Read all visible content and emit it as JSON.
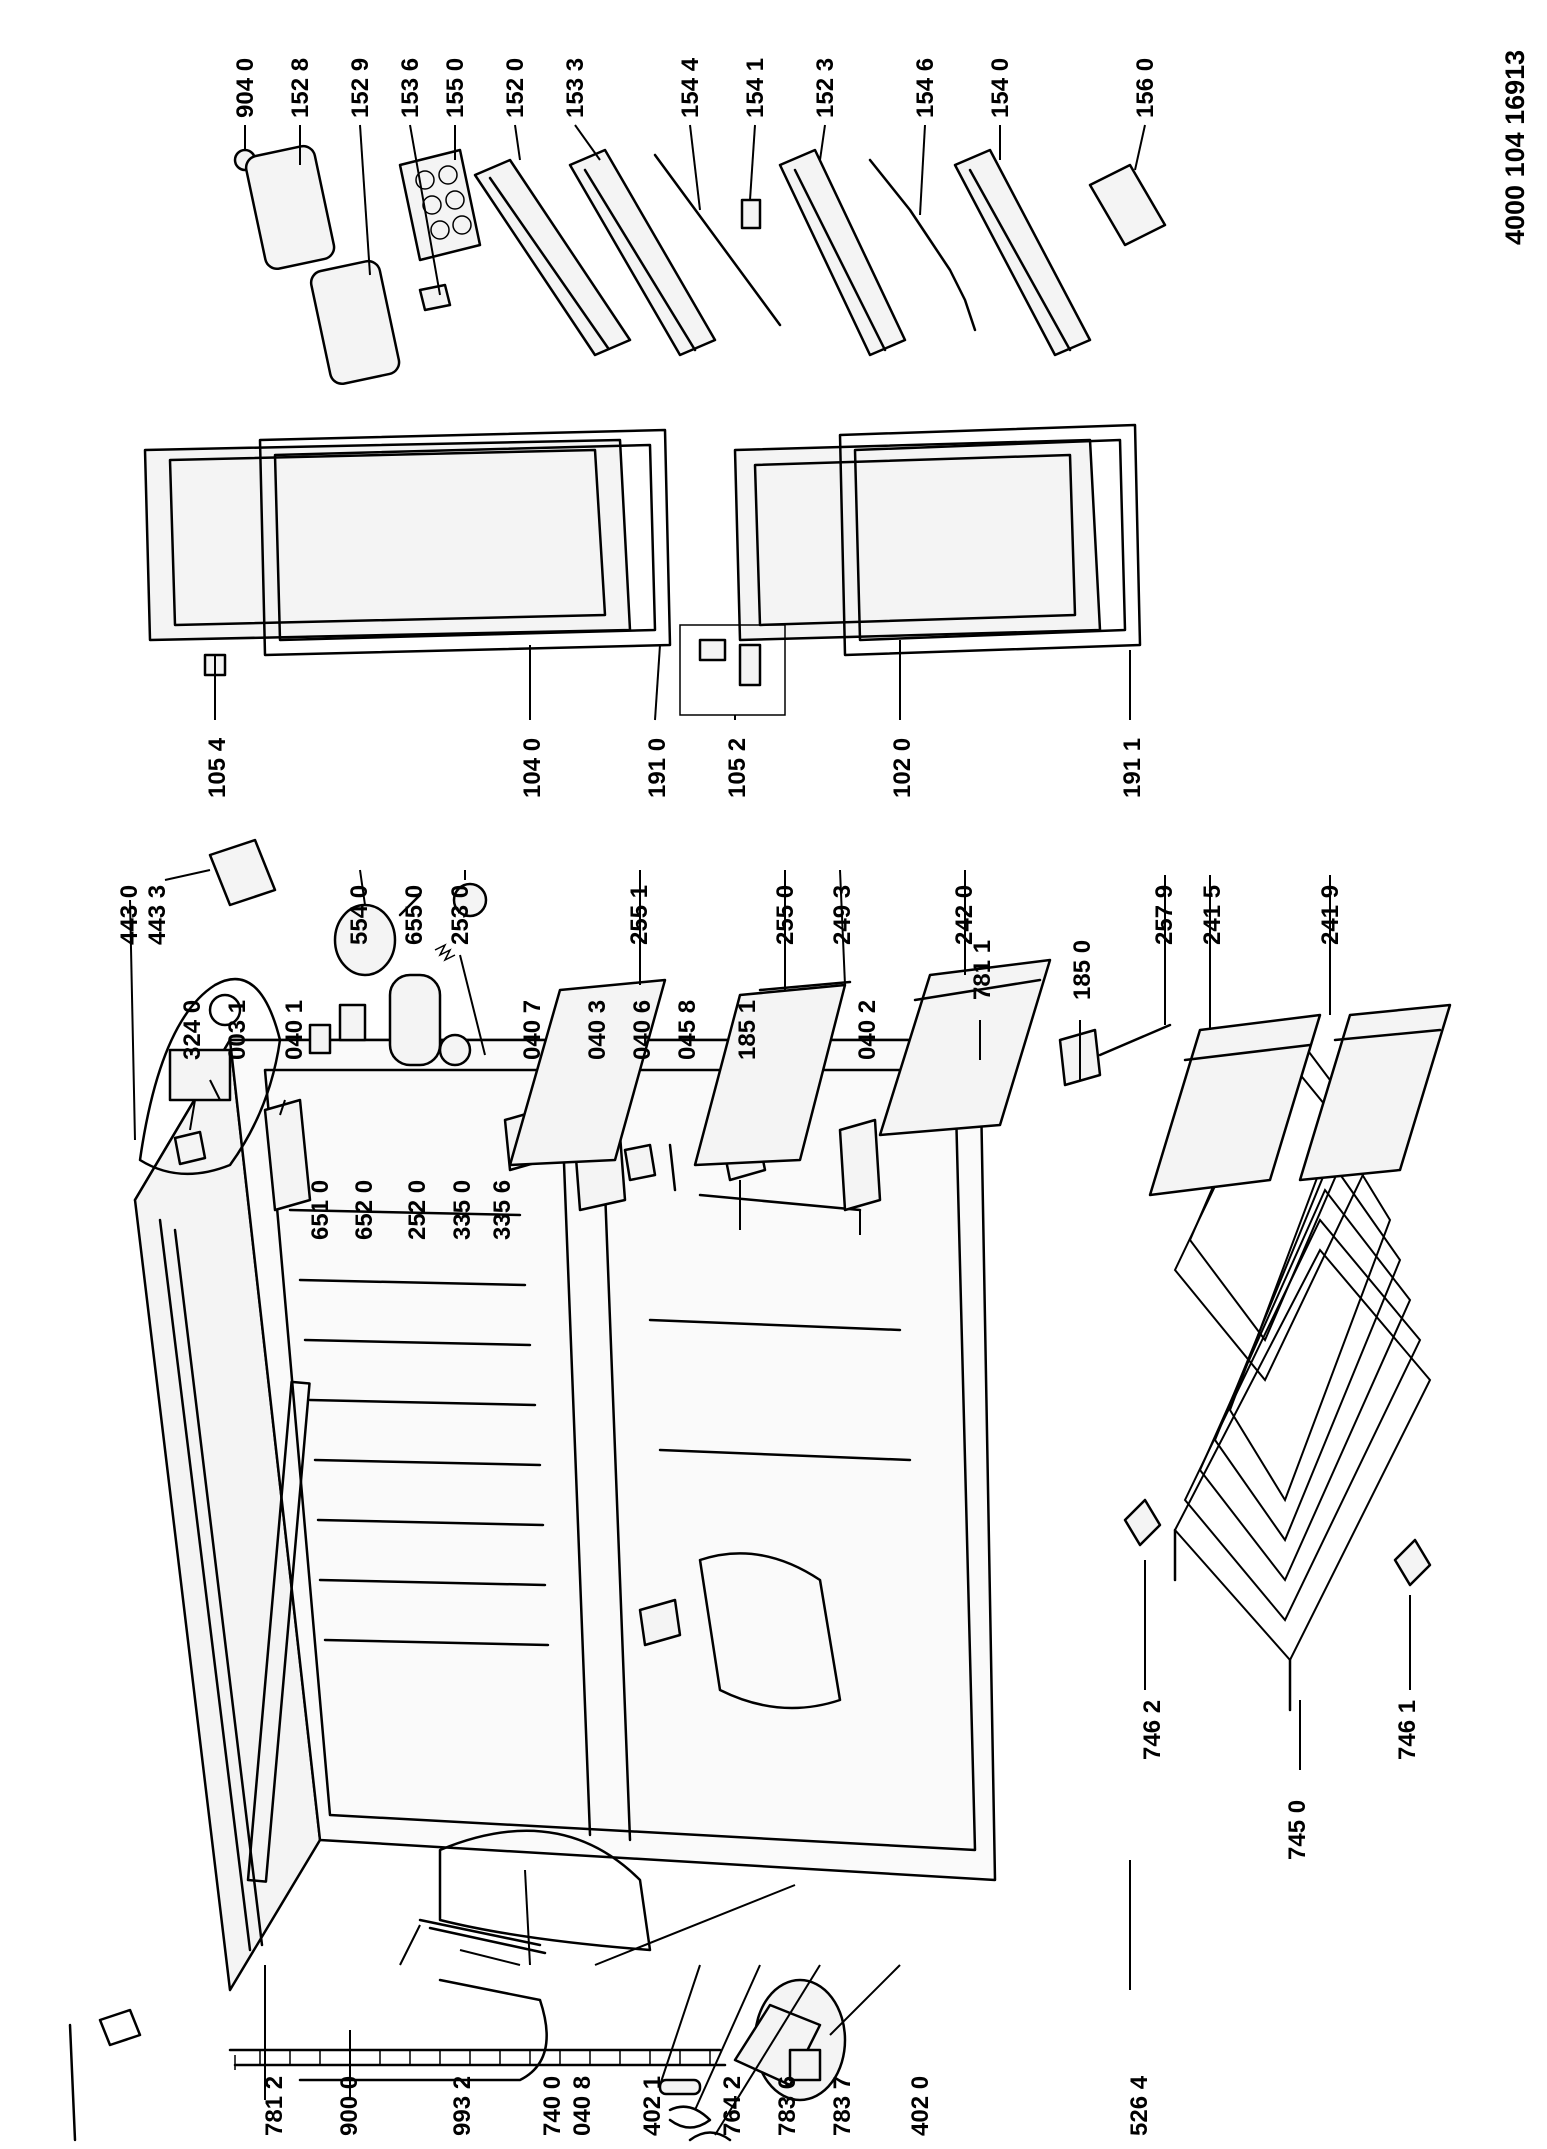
{
  "document": {
    "number": "4000 104 16913"
  },
  "parts": [
    {
      "code": "781 2"
    },
    {
      "code": "900 0"
    },
    {
      "code": "993 2"
    },
    {
      "code": "740 0"
    },
    {
      "code": "040 8"
    },
    {
      "code": "402 1"
    },
    {
      "code": "764 2"
    },
    {
      "code": "783 6"
    },
    {
      "code": "783 7"
    },
    {
      "code": "402 0"
    },
    {
      "code": "526 4"
    },
    {
      "code": "746 2"
    },
    {
      "code": "745 0"
    },
    {
      "code": "746 1"
    },
    {
      "code": "185 0"
    },
    {
      "code": "781 1"
    },
    {
      "code": "040 2"
    },
    {
      "code": "185 1"
    },
    {
      "code": "045 8"
    },
    {
      "code": "040 6"
    },
    {
      "code": "040 3"
    },
    {
      "code": "040 7"
    },
    {
      "code": "040 1"
    },
    {
      "code": "003 1"
    },
    {
      "code": "324 0"
    },
    {
      "code": "651 0"
    },
    {
      "code": "652 0"
    },
    {
      "code": "252 0"
    },
    {
      "code": "335 0"
    },
    {
      "code": "335 6"
    },
    {
      "code": "443 0"
    },
    {
      "code": "443 3"
    },
    {
      "code": "554 0"
    },
    {
      "code": "655 0"
    },
    {
      "code": "253 0"
    },
    {
      "code": "255 1"
    },
    {
      "code": "255 0"
    },
    {
      "code": "249 3"
    },
    {
      "code": "242 0"
    },
    {
      "code": "257 9"
    },
    {
      "code": "241 5"
    },
    {
      "code": "241 9"
    },
    {
      "code": "105 4"
    },
    {
      "code": "104 0"
    },
    {
      "code": "191 0"
    },
    {
      "code": "105 2"
    },
    {
      "code": "102 0"
    },
    {
      "code": "191 1"
    },
    {
      "code": "904 0"
    },
    {
      "code": "152 8"
    },
    {
      "code": "152 9"
    },
    {
      "code": "153 6"
    },
    {
      "code": "155 0"
    },
    {
      "code": "152 0"
    },
    {
      "code": "153 3"
    },
    {
      "code": "154 4"
    },
    {
      "code": "154 1"
    },
    {
      "code": "152 3"
    },
    {
      "code": "154 6"
    },
    {
      "code": "154 0"
    },
    {
      "code": "156 0"
    }
  ]
}
